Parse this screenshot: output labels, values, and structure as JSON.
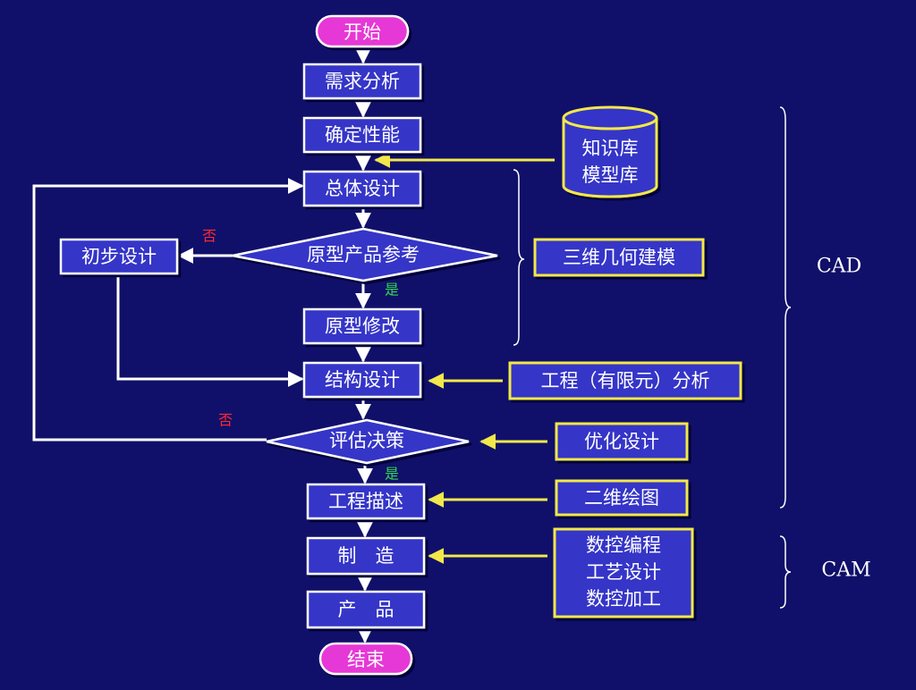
{
  "colors": {
    "background": "#10106a",
    "process_fill": "#3434c8",
    "pill_fill": "#e639d6",
    "side_border": "#f2e84a",
    "line_white": "#ffffff",
    "line_yellow": "#f2e84a",
    "no_label": "#ff2a2a",
    "yes_label": "#2fd64a"
  },
  "flow": {
    "start": "开始",
    "requirements": "需求分析",
    "performance": "确定性能",
    "overall_design": "总体设计",
    "prototype_ref": "原型产品参考",
    "prelim_design": "初步设计",
    "prototype_mod": "原型修改",
    "structure_design": "结构设计",
    "evaluation": "评估决策",
    "engineering_desc": "工程描述",
    "manufacture": "制　造",
    "product": "产　品",
    "end": "结束"
  },
  "labels": {
    "no_1": "否",
    "yes_1": "是",
    "no_2": "否",
    "yes_2": "是"
  },
  "side": {
    "knowledge_base_line1": "知识库",
    "knowledge_base_line2": "模型库",
    "modeling_3d": "三维几何建模",
    "fea": "工程（有限元）分析",
    "optimization": "优化设计",
    "drawing_2d": "二维绘图",
    "cam_line1": "数控编程",
    "cam_line2": "工艺设计",
    "cam_line3": "数控加工"
  },
  "braces": {
    "cad": "CAD",
    "cam": "CAM"
  },
  "icons": [
    "knowledge-database-icon"
  ]
}
